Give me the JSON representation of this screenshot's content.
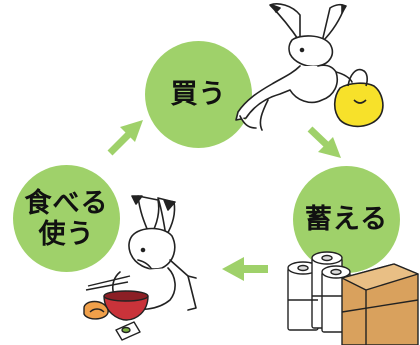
{
  "cycle": {
    "steps": [
      {
        "id": "buy",
        "label_lines": [
          "買う"
        ]
      },
      {
        "id": "store",
        "label_lines": [
          "蓄える"
        ]
      },
      {
        "id": "use",
        "label_lines": [
          "食べる",
          "使う"
        ]
      }
    ]
  },
  "colors": {
    "circle_fill": "#9fd16a",
    "arrow": "#9fd16a",
    "bag": "#f7e12a",
    "box": "#d9a15d",
    "bowl": "#c9333a",
    "line": "#222222"
  },
  "icons": [
    "rabbit-shopping-icon",
    "rabbit-eating-icon",
    "toilet-paper-icon",
    "cardboard-box-icon",
    "shopping-bag-icon"
  ]
}
